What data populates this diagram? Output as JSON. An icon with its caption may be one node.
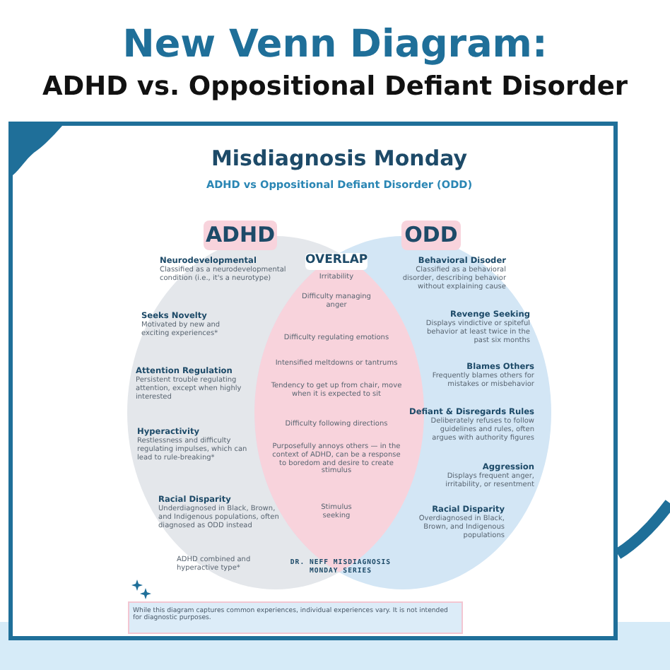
{
  "diagram": {
    "title": "New Venn Diagram:",
    "nodes": [
      {
        "text": [
          "ADHD",
          "Neurodevelopmental",
          "Classified as a neurodevelopmental condition (i.e., it's a neurotype)",
          "Seeks Novelty",
          "Motivated by new and exciting experiences*",
          "Attention Regulation",
          "Persistent trouble regulating attention, except when highly interested",
          "Hyperactivity",
          "Restlessness and difficulty regulating impulses, which can lead to rule-breaking*",
          "Racial Disparity",
          "Underdiagnosed in Black, Brown, and Indigenous populations, often diagnosed as ODD instead"
        ]
      },
      {
        "text": [
          "ODD",
          "Behavioral Disoder",
          "Classified as a behavioral disorder, describing behavior without explaining cause",
          "Revenge Seeking",
          "Displays vindictive or spiteful behavior at least twice in the past six months",
          "Blames Others",
          "Frequently blames others for mistakes or misbehavior",
          "Defiant & Disregards Rules",
          "Deliberately refuses to follow guidelines and rules, often argues with authority figures",
          "Aggression",
          "Displays frequent anger, irritability, or resentment",
          "Racial Disparity",
          "Overdiagnosed in Black, Brown, and Indigenous populations"
        ]
      },
      {
        "text": [
          "OVERLAP",
          "Irritability",
          "Difficulty managing anger",
          "Difficulty regulating emotions",
          "Intensified meltdowns or tantrums",
          "Tendency to get up from chair, move when it is expected to sit",
          "Difficulty following directions",
          "Purposefully annoys others — in the context of ADHD, can be a response to boredom and desire to create stimulus",
          "Stimulus seeking"
        ]
      }
    ],
    "labels": [
      "ADHD vs. Oppositional Defiant Disorder",
      "Misdiagnosis Monday",
      "ADHD vs Oppositional Defiant Disorder (ODD)",
      "ADHD combined and hyperactive type*",
      "DR. NEFF MISDIAGNOSIS MONDAY SERIES",
      "While this diagram captures common experiences, individual experiences vary. It is not intended for diagnostic purposes."
    ]
  }
}
